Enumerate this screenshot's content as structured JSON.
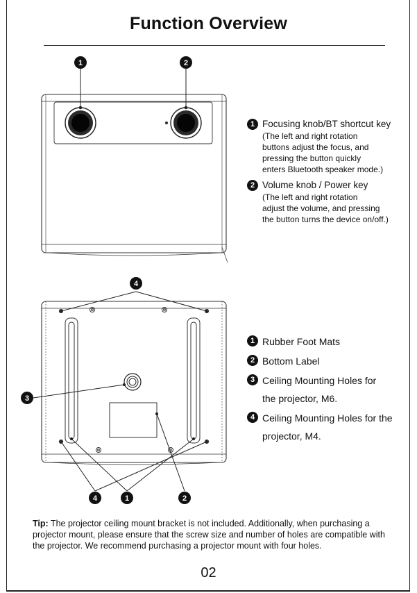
{
  "title": "Function Overview",
  "top_markers": [
    "1",
    "2"
  ],
  "bottom_markers": [
    "4",
    "3",
    "4",
    "1",
    "2"
  ],
  "legend_top": [
    {
      "num": "1",
      "label": "Focusing knob/BT shortcut key",
      "detail": [
        "(The left and right rotation",
        "buttons adjust the focus, and",
        "pressing the button quickly",
        "enters Bluetooth speaker mode.)"
      ]
    },
    {
      "num": "2",
      "label": "Volume knob / Power key",
      "detail": [
        "(The left and right rotation",
        "adjust the volume, and pressing",
        "the button turns the device on/off.)"
      ]
    }
  ],
  "legend_bottom": [
    {
      "num": "1",
      "lines": [
        "Rubber Foot Mats"
      ]
    },
    {
      "num": "2",
      "lines": [
        "Bottom Label"
      ]
    },
    {
      "num": "3",
      "lines": [
        "Ceiling Mounting Holes for",
        "the projector, M6."
      ]
    },
    {
      "num": "4",
      "lines": [
        "Ceiling Mounting Holes for the",
        "projector, M4."
      ]
    }
  ],
  "tip": {
    "label": "Tip:",
    "text": " The projector ceiling mount bracket is not included. Additionally, when purchasing a projector mount, please ensure that the screw size and number of holes are compatible with the projector. We recommend purchasing a projector mount with four holes."
  },
  "page_number": "02",
  "colors": {
    "ink": "#111111",
    "line": "#333333",
    "paper": "#ffffff"
  }
}
